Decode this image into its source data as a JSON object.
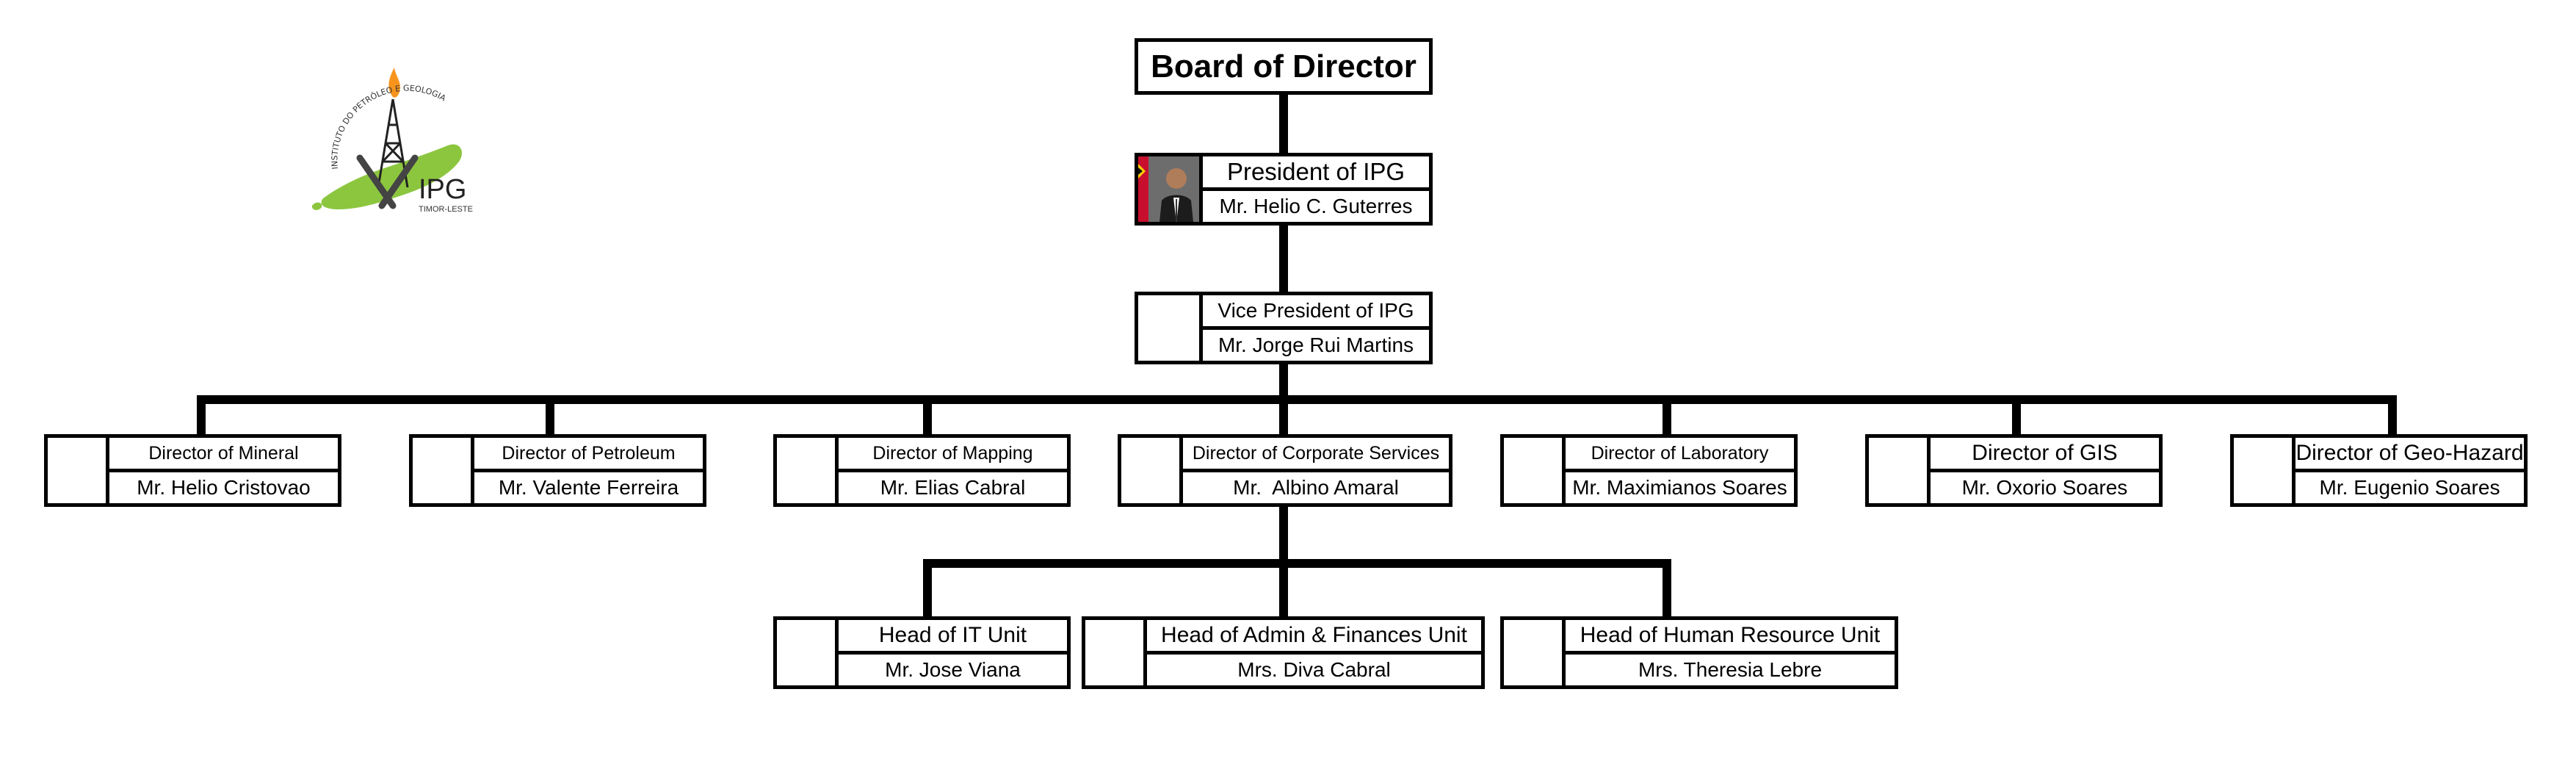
{
  "board": {
    "title": "Board of Director"
  },
  "president": {
    "title": "President of IPG",
    "name": "Mr. Helio C. Guterres"
  },
  "vice_president": {
    "title": "Vice President of IPG",
    "name": "Mr. Jorge Rui Martins"
  },
  "directors": [
    {
      "title": "Director of Mineral",
      "name": "Mr. Helio Cristovao"
    },
    {
      "title": "Director of Petroleum",
      "name": "Mr. Valente Ferreira"
    },
    {
      "title": "Director of Mapping",
      "name": "Mr. Elias Cabral"
    },
    {
      "title": "Director of Corporate Services",
      "name": "Mr.  Albino Amaral"
    },
    {
      "title": "Director of Laboratory",
      "name": "Mr. Maximianos Soares"
    },
    {
      "title": "Director of GIS",
      "name": "Mr. Oxorio Soares"
    },
    {
      "title": "Director of Geo-Hazard",
      "name": "Mr. Eugenio Soares"
    }
  ],
  "units": [
    {
      "title": "Head of IT Unit",
      "name": "Mr. Jose Viana"
    },
    {
      "title": "Head of Admin & Finances Unit",
      "name": "Mrs. Diva Cabral"
    },
    {
      "title": "Head of Human Resource Unit",
      "name": "Mrs. Theresia Lebre"
    }
  ],
  "logo": {
    "text": "IPG",
    "country": "TIMOR-LESTE",
    "arc_text": "INSTITUTO DO PETRÓLEO E GEOLOGIA"
  },
  "colors": {
    "line": "#000000",
    "logo_green": "#8cc63f",
    "logo_flame": "#f7941d",
    "photo_bg": "#3a3a3a"
  }
}
